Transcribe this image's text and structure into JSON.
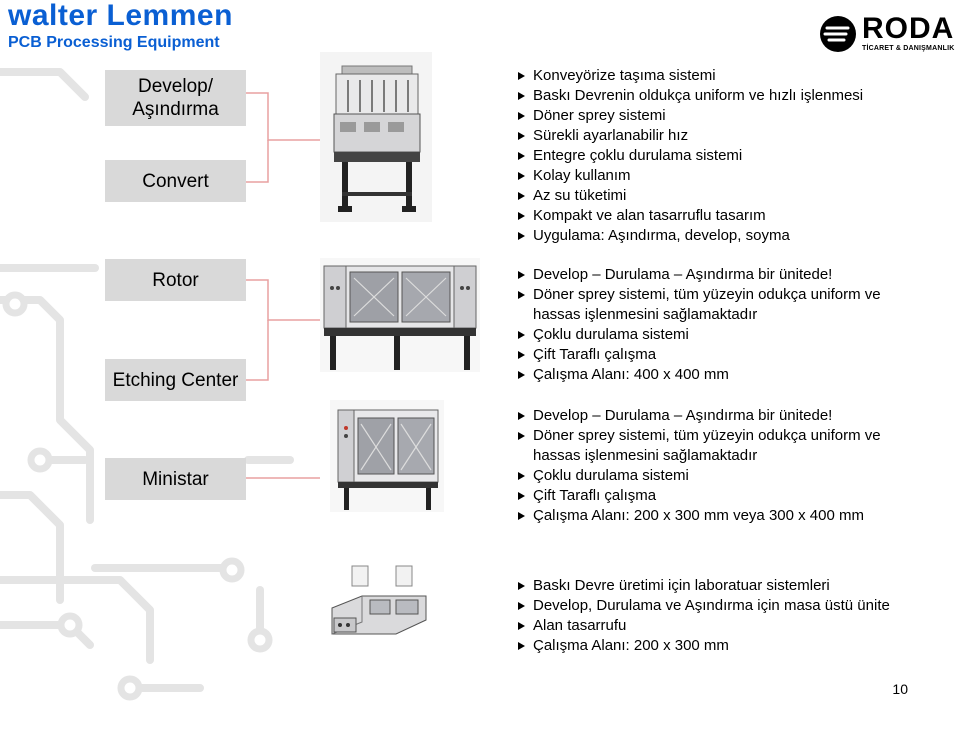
{
  "header": {
    "brand_title": "walter Lemmen",
    "brand_subtitle": "PCB Processing Equipment",
    "logo_word": "RODA",
    "logo_tagline": "TİCARET & DANIŞMANLIK"
  },
  "menu": [
    {
      "label_line1": "Develop/",
      "label_line2": "Aşındırma"
    },
    {
      "label_line1": "Convert"
    },
    {
      "label_line1": "Rotor"
    },
    {
      "label_line1": "Etching Center"
    },
    {
      "label_line1": "Ministar"
    }
  ],
  "sections": [
    {
      "bullets": [
        "Konveyörize taşıma sistemi",
        "Baskı Devrenin oldukça uniform ve hızlı işlenmesi",
        "Döner sprey sistemi",
        "Sürekli ayarlanabilir hız",
        "Entegre çoklu durulama sistemi",
        "Kolay kullanım",
        "Az su tüketimi",
        "Kompakt ve alan tasarruflu tasarım",
        "Uygulama: Aşındırma, develop, soyma"
      ]
    },
    {
      "bullets": [
        "Develop – Durulama – Aşındırma bir ünitede!",
        "Döner sprey sistemi, tüm yüzeyin odukça uniform ve",
        "Çoklu durulama sistemi",
        "Çift Taraflı çalışma",
        "Çalışma Alanı: 400 x 400 mm"
      ],
      "continuation": "hassas işlenmesini sağlamaktadır"
    },
    {
      "bullets": [
        "Develop – Durulama – Aşındırma bir ünitede!",
        "Döner sprey sistemi, tüm yüzeyin odukça uniform ve",
        "Çoklu durulama sistemi",
        "Çift Taraflı çalışma",
        "Çalışma Alanı: 200 x 300 mm veya 300 x 400 mm"
      ],
      "continuation": "hassas işlenmesini sağlamaktadır"
    },
    {
      "bullets": [
        "Baskı Devre üretimi için laboratuar sistemleri",
        "Develop, Durulama ve Aşındırma için masa üstü ünite",
        "Alan tasarrufu",
        "Çalışma Alanı: 200 x 300 mm"
      ]
    }
  ],
  "page_number": "10",
  "colors": {
    "brand_blue": "#0a5fd3",
    "menu_gray": "#d9d9d9",
    "circuit_gray": "#e3e3e3",
    "connector_red": "#e8a0a0"
  }
}
